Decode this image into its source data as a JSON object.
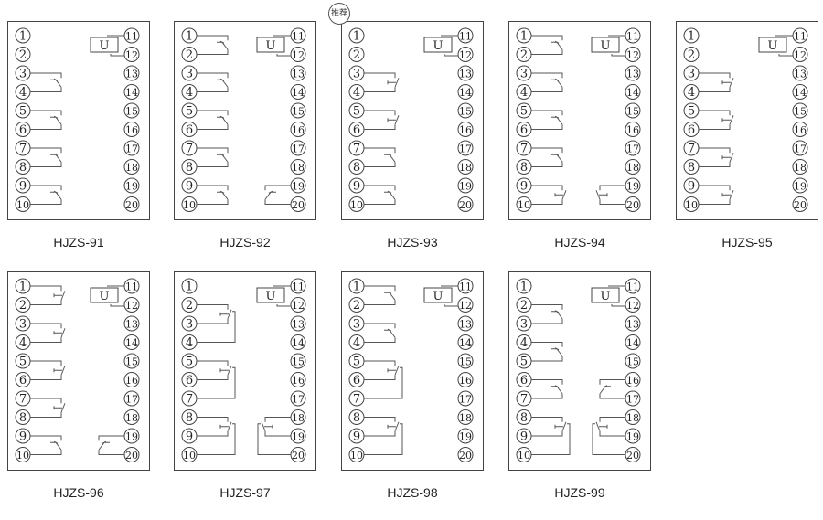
{
  "pins": [
    "1",
    "2",
    "3",
    "4",
    "5",
    "6",
    "7",
    "8",
    "9",
    "10",
    "11",
    "12",
    "13",
    "14",
    "15",
    "16",
    "17",
    "18",
    "19",
    "20"
  ],
  "coil_label": "U",
  "recommended_badge": "推荐",
  "colors": {
    "line": "#555555",
    "text": "#222222"
  },
  "panels": [
    {
      "model": "HJZS-91",
      "contacts": [
        {
          "type": "NO",
          "pins": [
            3,
            4
          ]
        },
        {
          "type": "NO",
          "pins": [
            5,
            6
          ]
        },
        {
          "type": "NO",
          "pins": [
            7,
            8
          ]
        },
        {
          "type": "NO",
          "pins": [
            9,
            10
          ]
        }
      ]
    },
    {
      "model": "HJZS-92",
      "contacts": [
        {
          "type": "NO",
          "pins": [
            1,
            2
          ]
        },
        {
          "type": "NO",
          "pins": [
            3,
            4
          ]
        },
        {
          "type": "NO",
          "pins": [
            5,
            6
          ]
        },
        {
          "type": "NO",
          "pins": [
            7,
            8
          ]
        },
        {
          "type": "NO",
          "pins": [
            9,
            10
          ]
        },
        {
          "type": "NO",
          "pins": [
            19,
            20
          ]
        }
      ]
    },
    {
      "model": "HJZS-93",
      "recommended": true,
      "contacts": [
        {
          "type": "NC",
          "pins": [
            3,
            4
          ]
        },
        {
          "type": "NC",
          "pins": [
            5,
            6
          ]
        },
        {
          "type": "NO",
          "pins": [
            7,
            8
          ]
        },
        {
          "type": "NO",
          "pins": [
            9,
            10
          ]
        }
      ]
    },
    {
      "model": "HJZS-94",
      "contacts": [
        {
          "type": "NO",
          "pins": [
            1,
            2
          ]
        },
        {
          "type": "NO",
          "pins": [
            3,
            4
          ]
        },
        {
          "type": "NO",
          "pins": [
            5,
            6
          ]
        },
        {
          "type": "NO",
          "pins": [
            7,
            8
          ]
        },
        {
          "type": "NC",
          "pins": [
            9,
            10
          ]
        },
        {
          "type": "NC",
          "pins": [
            19,
            20
          ]
        }
      ]
    },
    {
      "model": "HJZS-95",
      "contacts": [
        {
          "type": "NC",
          "pins": [
            3,
            4
          ]
        },
        {
          "type": "NC",
          "pins": [
            5,
            6
          ]
        },
        {
          "type": "NC",
          "pins": [
            7,
            8
          ]
        },
        {
          "type": "NC",
          "pins": [
            9,
            10
          ]
        }
      ]
    },
    {
      "model": "HJZS-96",
      "contacts": [
        {
          "type": "NC",
          "pins": [
            1,
            2
          ]
        },
        {
          "type": "NC",
          "pins": [
            3,
            4
          ]
        },
        {
          "type": "NC",
          "pins": [
            5,
            6
          ]
        },
        {
          "type": "NC",
          "pins": [
            7,
            8
          ]
        },
        {
          "type": "NO",
          "pins": [
            9,
            10
          ]
        },
        {
          "type": "NO",
          "pins": [
            19,
            20
          ]
        }
      ]
    },
    {
      "model": "HJZS-97",
      "contacts": [
        {
          "type": "CO",
          "pins": [
            2,
            3,
            4
          ]
        },
        {
          "type": "CO",
          "pins": [
            5,
            6,
            7
          ]
        },
        {
          "type": "CO",
          "pins": [
            8,
            9,
            10
          ]
        },
        {
          "type": "CO",
          "pins": [
            18,
            19,
            20
          ]
        }
      ]
    },
    {
      "model": "HJZS-98",
      "contacts": [
        {
          "type": "NO",
          "pins": [
            1,
            2
          ]
        },
        {
          "type": "NO",
          "pins": [
            3,
            4
          ]
        },
        {
          "type": "CO",
          "pins": [
            5,
            6,
            7
          ]
        },
        {
          "type": "CO",
          "pins": [
            8,
            9,
            10
          ]
        }
      ]
    },
    {
      "model": "HJZS-99",
      "contacts": [
        {
          "type": "NO",
          "pins": [
            2,
            3
          ]
        },
        {
          "type": "NO",
          "pins": [
            4,
            5
          ]
        },
        {
          "type": "NO",
          "pins": [
            6,
            7
          ]
        },
        {
          "type": "CO",
          "pins": [
            8,
            9,
            10
          ]
        },
        {
          "type": "NO",
          "pins": [
            16,
            17
          ]
        },
        {
          "type": "CO",
          "pins": [
            18,
            19,
            20
          ]
        }
      ]
    }
  ]
}
